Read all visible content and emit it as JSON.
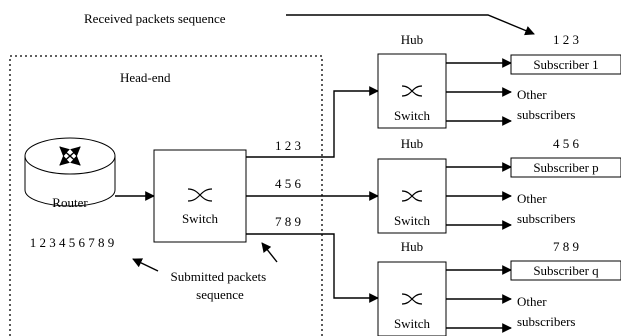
{
  "annotations": {
    "received_sequence": "Received packets sequence",
    "submitted_sequence_line1": "Submitted packets",
    "submitted_sequence_line2": "sequence",
    "input_sequence": "1 2 3 4 5 6 7 8 9"
  },
  "headend": {
    "label": "Head-end",
    "router_label": "Router",
    "switch_label": "Switch",
    "outputs": [
      "1 2 3",
      "4 5 6",
      "7 8 9"
    ]
  },
  "hubs": [
    {
      "title": "Hub",
      "switch_label": "Switch",
      "subscriber": "Subscriber 1",
      "received": "1 2 3",
      "other_line1": "Other",
      "other_line2": "subscribers"
    },
    {
      "title": "Hub",
      "switch_label": "Switch",
      "subscriber": "Subscriber p",
      "received": "4 5 6",
      "other_line1": "Other",
      "other_line2": "subscribers"
    },
    {
      "title": "Hub",
      "switch_label": "Switch",
      "subscriber": "Subscriber q",
      "received": "7 8 9",
      "other_line1": "Other",
      "other_line2": "subscribers"
    }
  ]
}
